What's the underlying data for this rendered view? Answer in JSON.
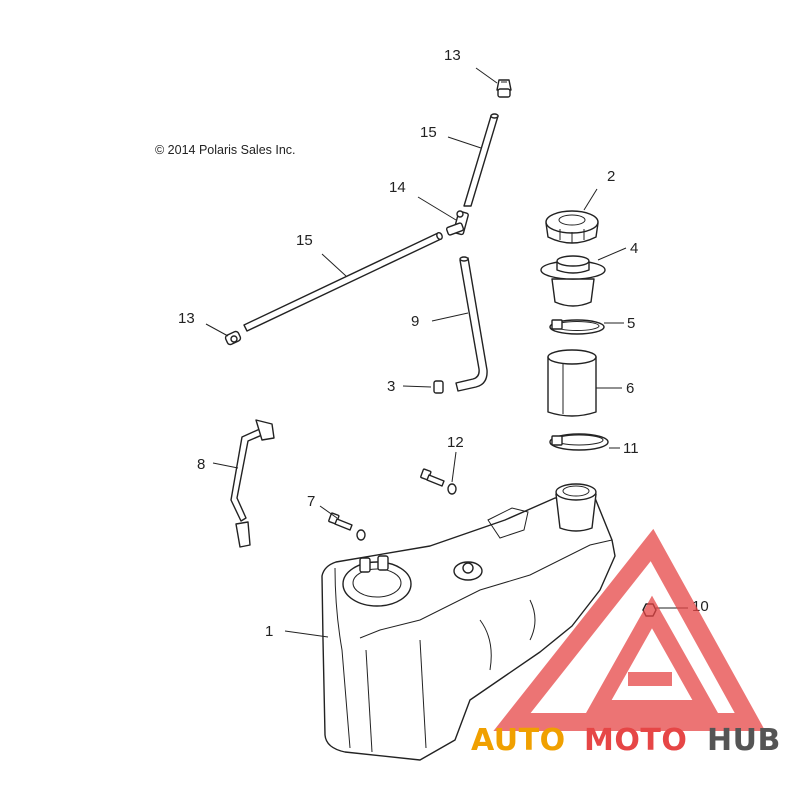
{
  "copyright": "© 2014 Polaris Sales Inc.",
  "callouts": {
    "c1": "1",
    "c2": "2",
    "c3": "3",
    "c4": "4",
    "c5": "5",
    "c6": "6",
    "c7": "7",
    "c8": "8",
    "c9": "9",
    "c10": "10",
    "c11": "11",
    "c12": "12",
    "c13a": "13",
    "c13b": "13",
    "c14": "14",
    "c15a": "15",
    "c15b": "15"
  },
  "watermark": {
    "part1": "AUTO",
    "part2": "MOTO",
    "part3": "HUB",
    "color_primary": "#f0a000",
    "color_accent": "#e64646",
    "color_secondary": "#555555"
  }
}
